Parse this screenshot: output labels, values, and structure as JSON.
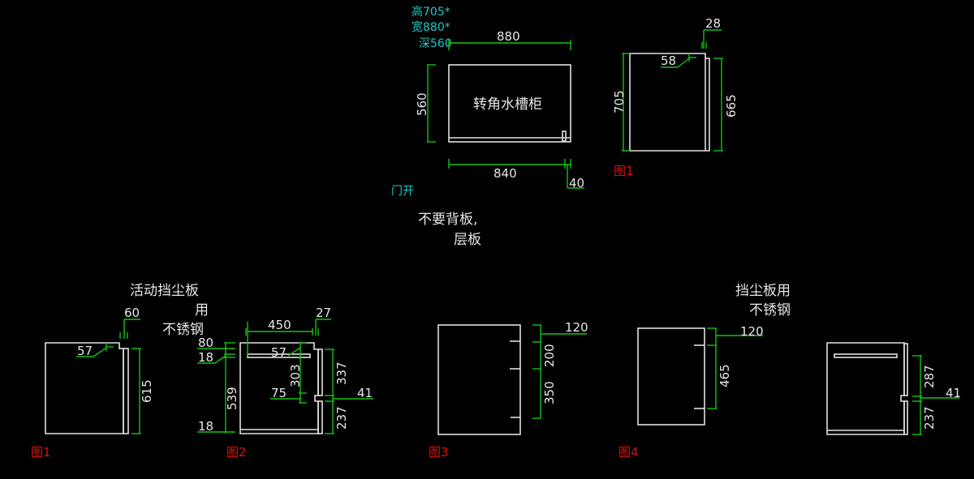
{
  "top_view": {
    "spec": [
      "高705*",
      "宽880*",
      "深560"
    ],
    "title": "转角水槽柜",
    "dim_width": "880",
    "dim_depth": "560",
    "dim_bottom": "840",
    "dim_side": "40",
    "door_note": "门开",
    "note_line1": "不要背板,",
    "note_line2": "层板"
  },
  "fig1_top": {
    "label": "图1",
    "dim_height": "705",
    "dim_inner": "665",
    "dim_notch": "58",
    "dim_gap": "28"
  },
  "fig1": {
    "label": "图1",
    "note": [
      "活动挡尘板",
      "用",
      "不锈钢"
    ],
    "dim_gap": "60",
    "dim_notch": "57",
    "dim_height": "615"
  },
  "fig2": {
    "label": "图2",
    "dim_top": "80",
    "dim_18a": "18",
    "dim_539": "539",
    "dim_18b": "18",
    "dim_450": "450",
    "dim_27": "27",
    "dim_57": "57",
    "dim_303": "303",
    "dim_75": "75",
    "dim_337": "337",
    "dim_41": "41",
    "dim_237": "237"
  },
  "fig3": {
    "label": "图3",
    "dim_120": "120",
    "dim_200": "200",
    "dim_350": "350"
  },
  "fig4": {
    "label": "图4",
    "note": [
      "挡尘板用",
      "不锈钢"
    ],
    "dim_120": "120",
    "dim_465": "465"
  },
  "fig5": {
    "dim_287": "287",
    "dim_41": "41",
    "dim_237": "237"
  }
}
